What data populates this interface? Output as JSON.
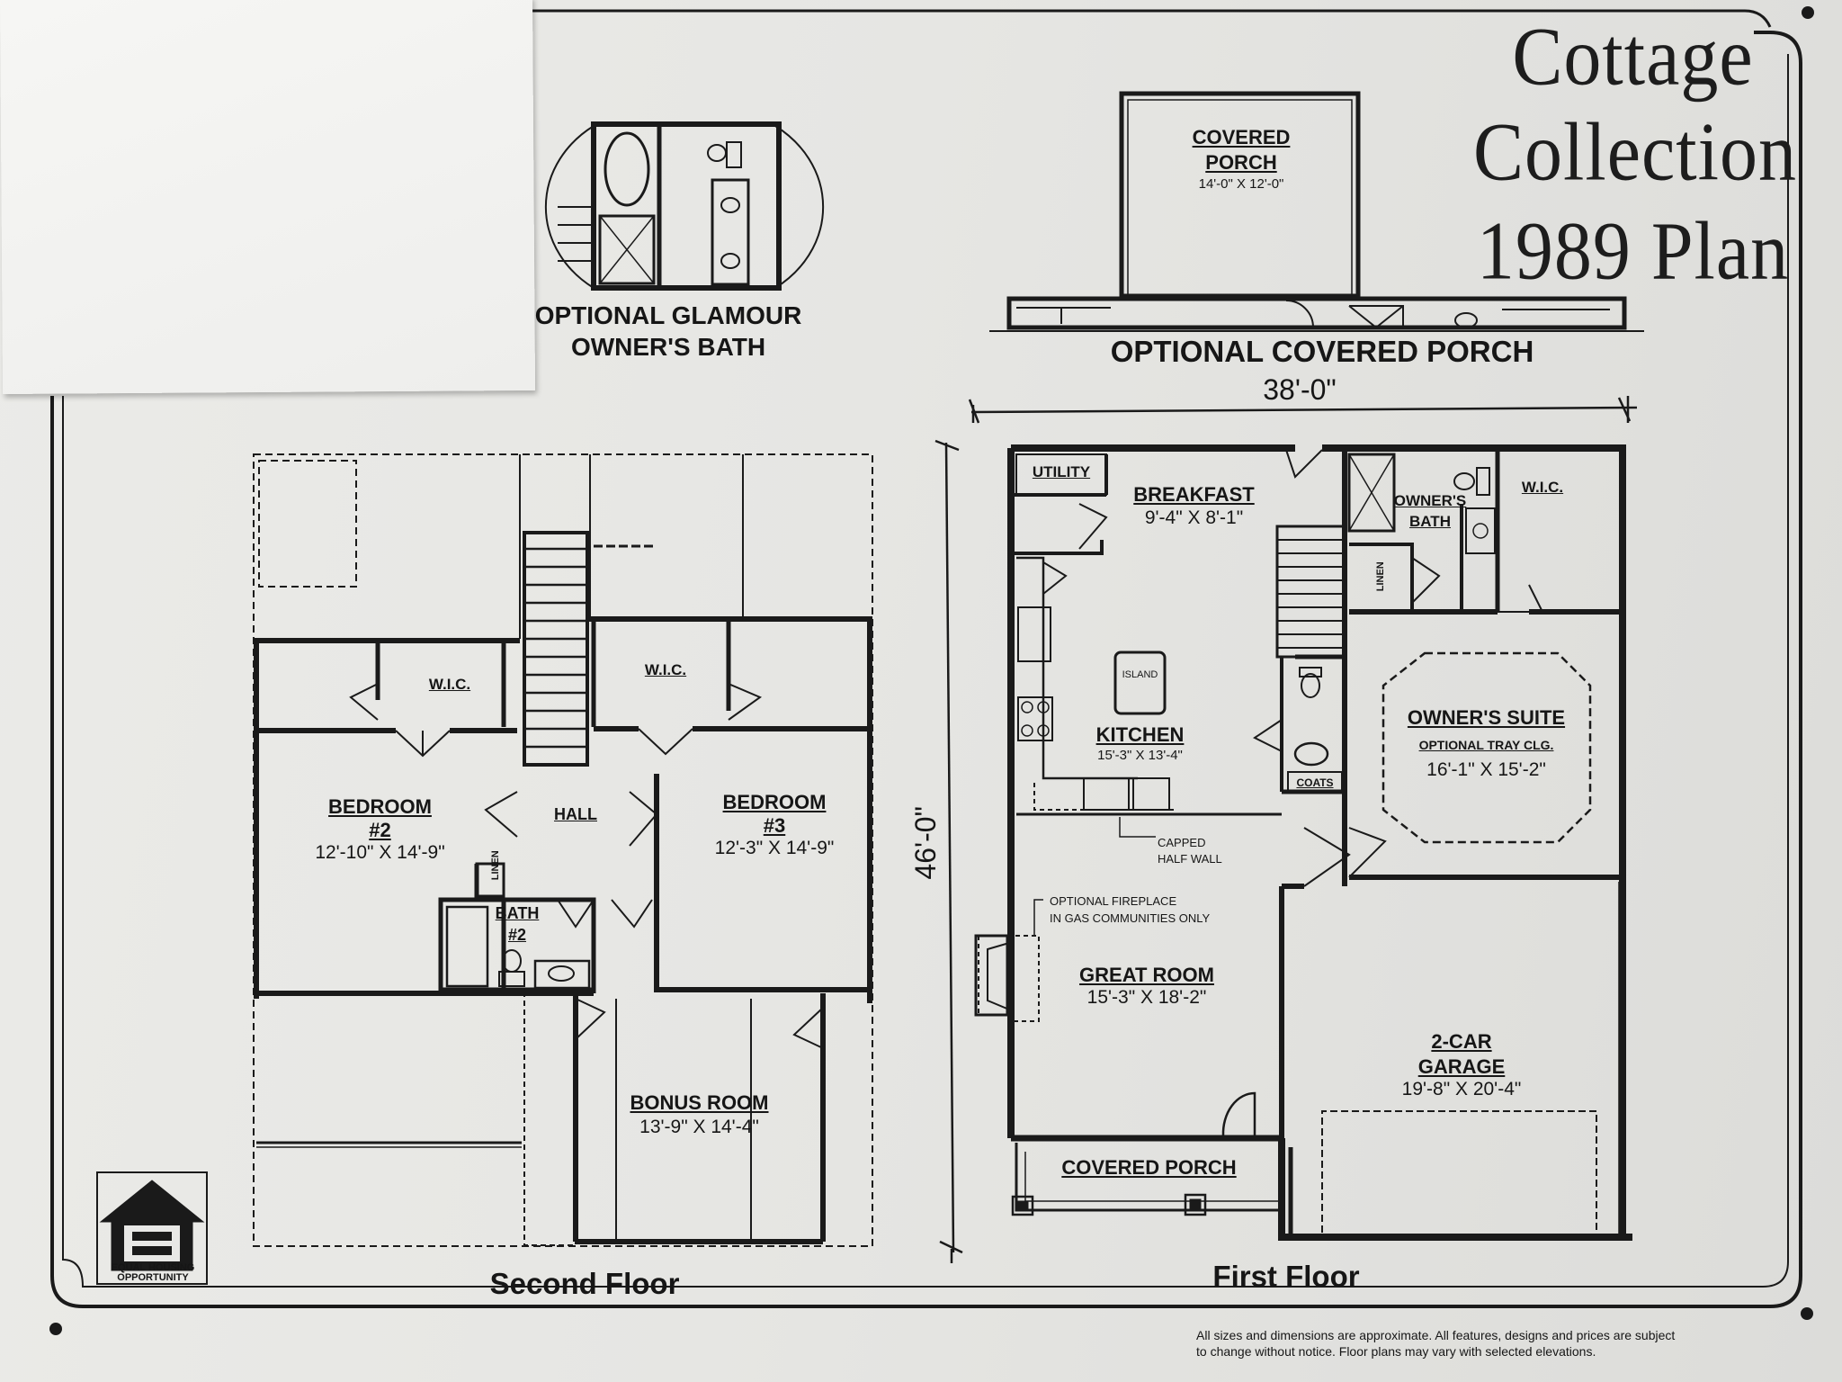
{
  "title": {
    "line1": "Cottage",
    "line2": "Collection",
    "line3": "1989 Plan"
  },
  "options": {
    "glamour_bath_line1": "OPTIONAL GLAMOUR",
    "glamour_bath_line2": "OWNER'S BATH",
    "covered_porch_heading": "OPTIONAL COVERED PORCH",
    "covered_porch_room": "COVERED",
    "covered_porch_room2": "PORCH",
    "covered_porch_dim": "14'-0\" X 12'-0\""
  },
  "dimensions": {
    "width": "38'-0\"",
    "depth": "46'-0\""
  },
  "second_floor": {
    "label": "Second Floor",
    "wic_left": "W.I.C.",
    "wic_right": "W.I.C.",
    "bedroom2": {
      "name": "BEDROOM",
      "num": "#2",
      "dim": "12'-10\" X 14'-9\""
    },
    "bedroom3": {
      "name": "BEDROOM",
      "num": "#3",
      "dim": "12'-3\" X 14'-9\""
    },
    "hall": "HALL",
    "linen": "LINEN",
    "bath2": {
      "name": "BATH",
      "num": "#2"
    },
    "bonus": {
      "name": "BONUS ROOM",
      "dim": "13'-9\" X 14'-4\""
    }
  },
  "first_floor": {
    "label": "First Floor",
    "utility": "UTILITY",
    "breakfast": {
      "name": "BREAKFAST",
      "dim": "9'-4\" X 8'-1\""
    },
    "owners_bath": {
      "name": "OWNER'S",
      "name2": "BATH"
    },
    "wic": "W.I.C.",
    "linen": "LINEN",
    "island": "ISLAND",
    "kitchen": {
      "name": "KITCHEN",
      "dim": "15'-3\" X 13'-4\""
    },
    "coats": "COATS",
    "owners_suite": {
      "name": "OWNER'S SUITE",
      "note": "OPTIONAL TRAY CLG.",
      "dim": "16'-1\" X 15'-2\""
    },
    "capped_wall": {
      "line1": "CAPPED",
      "line2": "HALF WALL"
    },
    "fireplace": {
      "line1": "OPTIONAL FIREPLACE",
      "line2": "IN GAS COMMUNITIES ONLY"
    },
    "great_room": {
      "name": "GREAT ROOM",
      "dim": "15'-3\" X 18'-2\""
    },
    "garage": {
      "name": "2-CAR",
      "name2": "GARAGE",
      "dim": "19'-8\" X 20'-4\""
    },
    "covered_porch": "COVERED PORCH"
  },
  "logo": {
    "line1": "EQUAL HOUSING",
    "line2": "OPPORTUNITY"
  },
  "disclaimer": {
    "line1": "All sizes and dimensions are approximate. All features, designs and prices are subject",
    "line2": "to change without notice.  Floor plans may vary with selected elevations."
  }
}
